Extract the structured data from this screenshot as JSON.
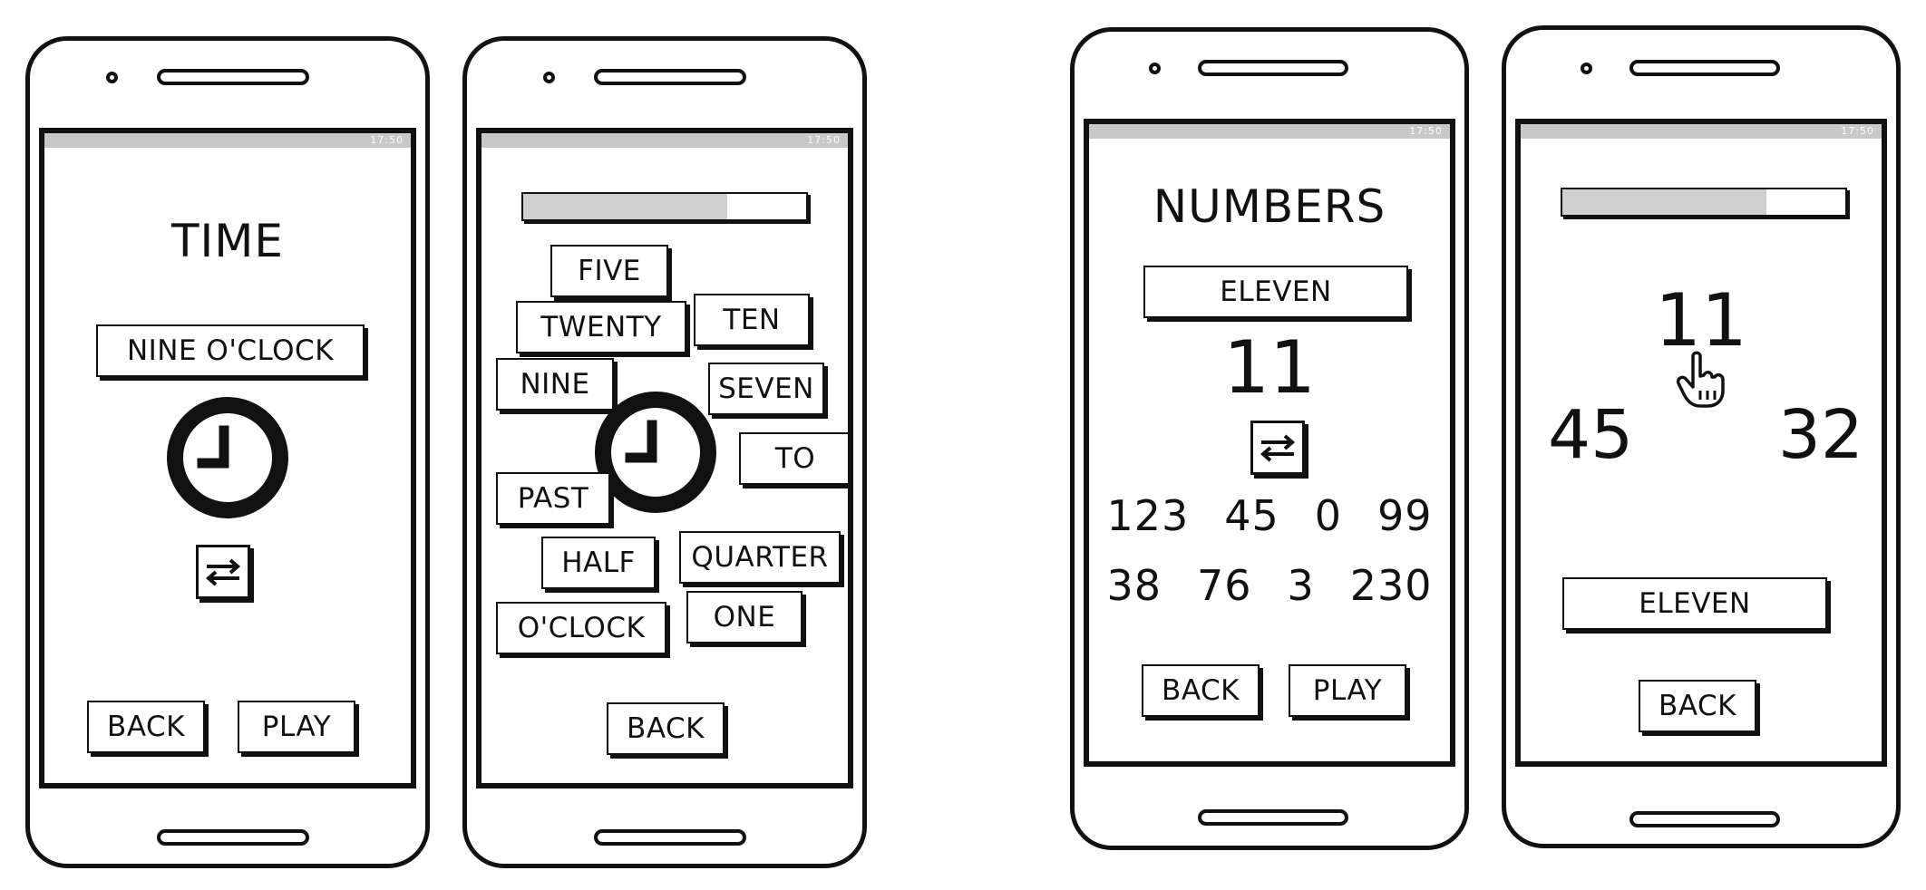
{
  "status_bar": {
    "time": "17:50"
  },
  "screen1": {
    "title": "TIME",
    "phrase_button": "NINE O'CLOCK",
    "back_button": "BACK",
    "play_button": "PLAY"
  },
  "screen2": {
    "progress": 0.72,
    "words": [
      "FIVE",
      "TWENTY",
      "TEN",
      "NINE",
      "SEVEN",
      "TO",
      "PAST",
      "HALF",
      "QUARTER",
      "O'CLOCK",
      "ONE"
    ],
    "back_button": "BACK"
  },
  "screen3": {
    "title": "NUMBERS",
    "word_button": "ELEVEN",
    "number": "11",
    "numbers_row1": [
      "123",
      "45",
      "0",
      "99"
    ],
    "numbers_row2": [
      "38",
      "76",
      "3",
      "230"
    ],
    "back_button": "BACK",
    "play_button": "PLAY"
  },
  "screen4": {
    "progress": 0.72,
    "target_number": "11",
    "choice_left": "45",
    "choice_right": "32",
    "word_button": "ELEVEN",
    "back_button": "BACK"
  }
}
